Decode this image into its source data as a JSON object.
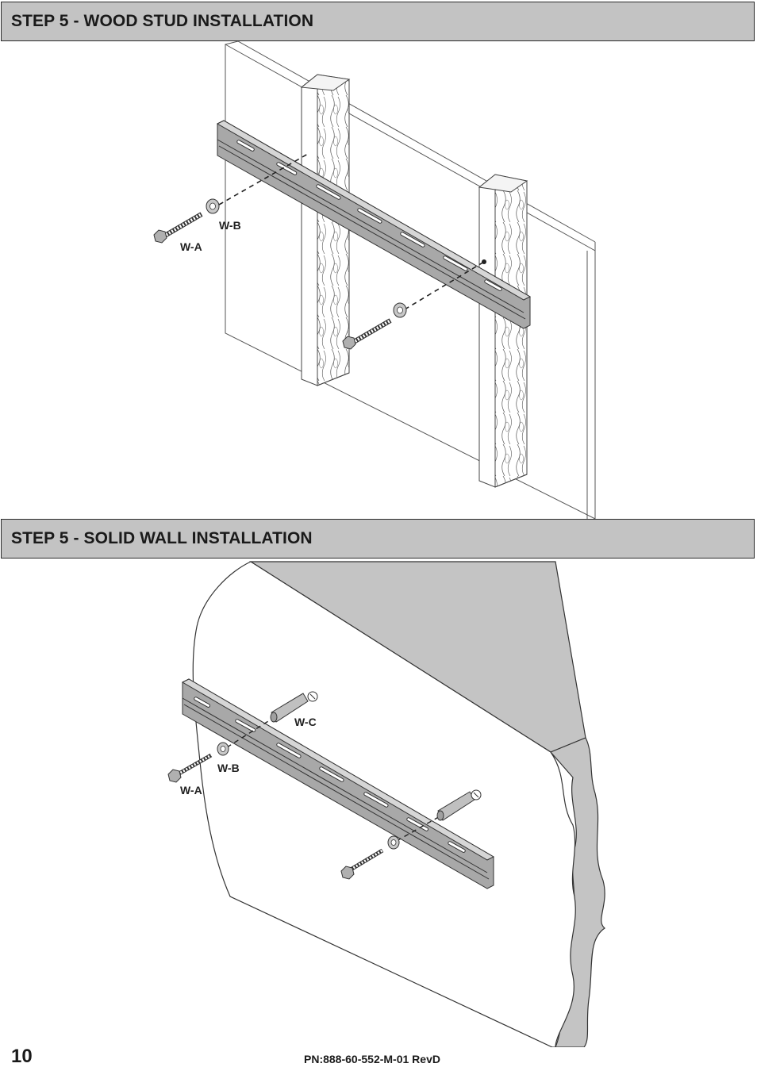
{
  "step_wood": {
    "title": "STEP 5 - WOOD STUD INSTALLATION",
    "labels": {
      "wa": "W-A",
      "wb": "W-B"
    }
  },
  "step_solid": {
    "title": "STEP 5 - SOLID WALL INSTALLATION",
    "labels": {
      "wa": "W-A",
      "wb": "W-B",
      "wc": "W-C"
    }
  },
  "footer": {
    "page_number": "10",
    "part_number": "PN:888-60-552-M-01 RevD"
  }
}
